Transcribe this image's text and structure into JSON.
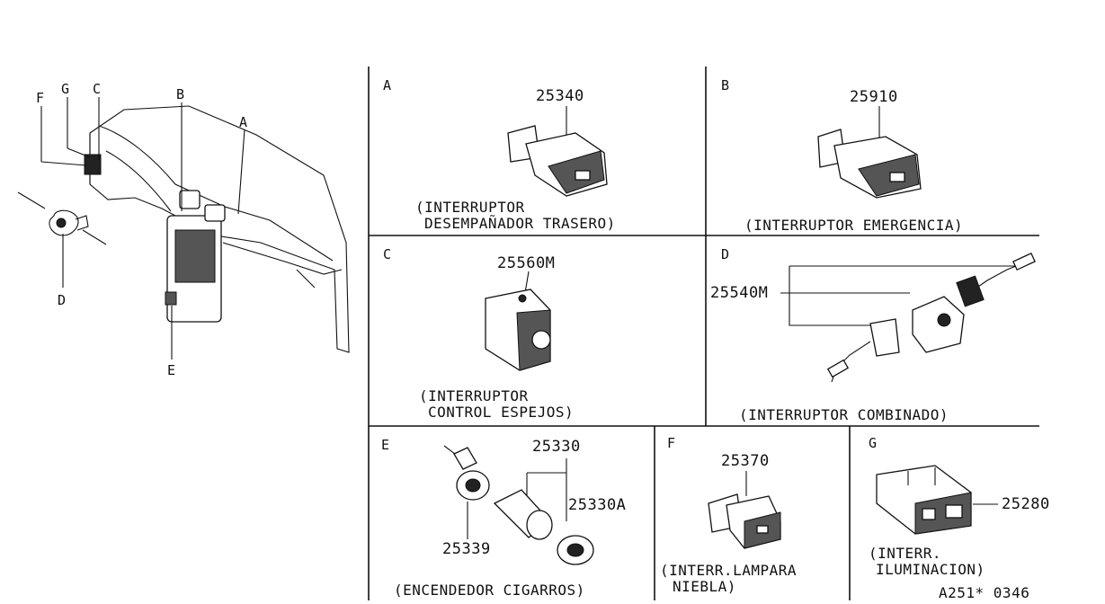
{
  "overview": {
    "callouts": [
      "F",
      "G",
      "C",
      "B",
      "A",
      "D",
      "E"
    ]
  },
  "panels": {
    "A": {
      "letter": "A",
      "part": "25340",
      "caption1": "(INTERRUPTOR",
      "caption2": "DESEMPAÑADOR TRASERO)"
    },
    "B": {
      "letter": "B",
      "part": "25910",
      "caption1": "(INTERRUPTOR EMERGENCIA)"
    },
    "C": {
      "letter": "C",
      "part": "25560M",
      "caption1": "(INTERRUPTOR",
      "caption2": "CONTROL ESPEJOS)"
    },
    "D": {
      "letter": "D",
      "part": "25540M",
      "caption1": "(INTERRUPTOR COMBINADO)"
    },
    "E": {
      "letter": "E",
      "part_a": "25330",
      "part_b": "25330A",
      "part_c": "25339",
      "caption1": "(ENCENDEDOR CIGARROS)"
    },
    "F": {
      "letter": "F",
      "part": "25370",
      "caption1": "(INTERR.LAMPARA",
      "caption2": "NIEBLA)"
    },
    "G": {
      "letter": "G",
      "part": "25280",
      "caption1": "(INTERR.",
      "caption2": "ILUMINACION)"
    }
  },
  "footer": {
    "code": "A251* 0346"
  }
}
